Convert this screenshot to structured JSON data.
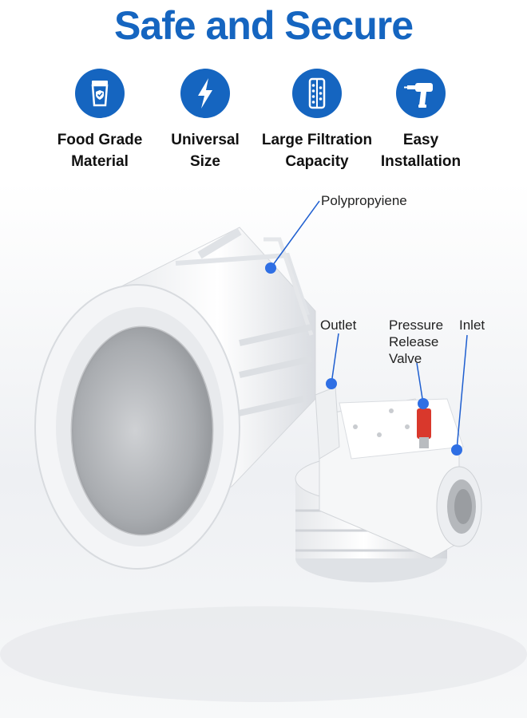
{
  "header": {
    "title": "Safe and Secure"
  },
  "colors": {
    "accent": "#1565c0",
    "dot": "#2f6fe4",
    "line": "#1f5fd0",
    "valve": "#d9382c"
  },
  "features": [
    {
      "icon": "food-grade-cup-icon",
      "label": "Food Grade\nMaterial"
    },
    {
      "icon": "lightning-bolt-icon",
      "label": "Universal\nSize"
    },
    {
      "icon": "filter-cartridge-icon",
      "label": "Large Filtration\nCapacity"
    },
    {
      "icon": "drill-icon",
      "label": "Easy\nInstallation"
    }
  ],
  "callouts": {
    "material": "Polypropyiene",
    "outlet": "Outlet",
    "valve": "Pressure\nRelease\nValve",
    "inlet": "Inlet"
  }
}
